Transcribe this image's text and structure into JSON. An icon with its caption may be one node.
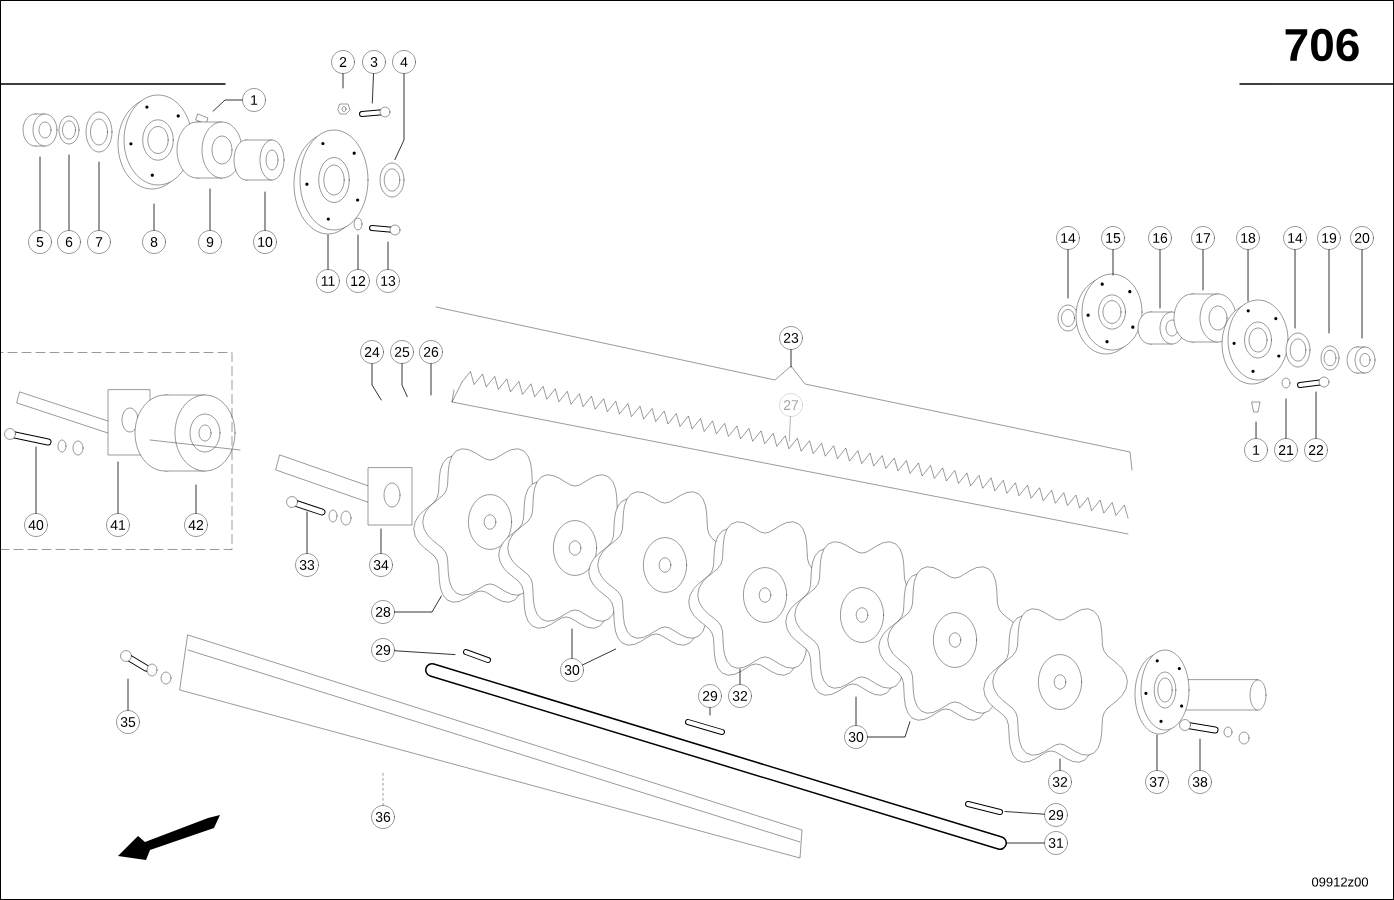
{
  "diagram": {
    "nodes": [
      {
        "text": [
          "1"
        ]
      },
      {
        "text": [
          "2"
        ]
      },
      {
        "text": [
          "3"
        ]
      },
      {
        "text": [
          "4"
        ]
      },
      {
        "text": [
          "5"
        ]
      },
      {
        "text": [
          "6"
        ]
      },
      {
        "text": [
          "7"
        ]
      },
      {
        "text": [
          "8"
        ]
      },
      {
        "text": [
          "9"
        ]
      },
      {
        "text": [
          "10"
        ]
      },
      {
        "text": [
          "11"
        ]
      },
      {
        "text": [
          "12"
        ]
      },
      {
        "text": [
          "13"
        ]
      },
      {
        "text": [
          "14"
        ]
      },
      {
        "text": [
          "15"
        ]
      },
      {
        "text": [
          "16"
        ]
      },
      {
        "text": [
          "17"
        ]
      },
      {
        "text": [
          "18"
        ]
      },
      {
        "text": [
          "14"
        ]
      },
      {
        "text": [
          "19"
        ]
      },
      {
        "text": [
          "20"
        ]
      },
      {
        "text": [
          "1"
        ]
      },
      {
        "text": [
          "21"
        ]
      },
      {
        "text": [
          "22"
        ]
      },
      {
        "text": [
          "24"
        ]
      },
      {
        "text": [
          "25"
        ]
      },
      {
        "text": [
          "26"
        ]
      },
      {
        "text": [
          "23"
        ]
      },
      {
        "text": [
          "27"
        ]
      },
      {
        "text": [],
        "shape": "box"
      },
      {
        "text": [
          "40"
        ],
        "in": 29
      },
      {
        "text": [
          "41"
        ],
        "in": 29
      },
      {
        "text": [
          "42"
        ],
        "in": 29
      },
      {
        "text": [
          "33"
        ]
      },
      {
        "text": [
          "34"
        ]
      },
      {
        "text": [
          "28"
        ]
      },
      {
        "text": [
          "29"
        ]
      },
      {
        "text": [
          "30"
        ]
      },
      {
        "text": [
          "29"
        ]
      },
      {
        "text": [
          "32"
        ]
      },
      {
        "text": [
          "30"
        ]
      },
      {
        "text": [
          "32"
        ]
      },
      {
        "text": [
          "35"
        ]
      },
      {
        "text": [
          "36"
        ]
      },
      {
        "text": [
          "37"
        ]
      },
      {
        "text": [
          "38"
        ]
      },
      {
        "text": [
          "29"
        ]
      },
      {
        "text": [
          "31"
        ]
      }
    ],
    "edges": [
      {
        "from": 0,
        "to": null,
        "arrow": "none"
      },
      {
        "from": 1,
        "to": null,
        "arrow": "none"
      },
      {
        "from": 2,
        "to": null,
        "arrow": "none"
      },
      {
        "from": 3,
        "to": null,
        "arrow": "none"
      },
      {
        "from": 4,
        "to": null,
        "arrow": "none"
      },
      {
        "from": 5,
        "to": null,
        "arrow": "none"
      },
      {
        "from": 6,
        "to": null,
        "arrow": "none"
      },
      {
        "from": 7,
        "to": null,
        "arrow": "none"
      },
      {
        "from": 8,
        "to": null,
        "arrow": "none"
      },
      {
        "from": 9,
        "to": null,
        "arrow": "none"
      },
      {
        "from": 10,
        "to": null,
        "arrow": "none"
      },
      {
        "from": 11,
        "to": null,
        "arrow": "none"
      },
      {
        "from": 12,
        "to": null,
        "arrow": "none"
      },
      {
        "from": 13,
        "to": null,
        "arrow": "none"
      },
      {
        "from": 14,
        "to": null,
        "arrow": "none"
      },
      {
        "from": 15,
        "to": null,
        "arrow": "none"
      },
      {
        "from": 16,
        "to": null,
        "arrow": "none"
      },
      {
        "from": 17,
        "to": null,
        "arrow": "none"
      },
      {
        "from": 18,
        "to": null,
        "arrow": "none"
      },
      {
        "from": 19,
        "to": null,
        "arrow": "none"
      },
      {
        "from": 20,
        "to": null,
        "arrow": "none"
      },
      {
        "from": 21,
        "to": null,
        "arrow": "none"
      },
      {
        "from": 22,
        "to": null,
        "arrow": "none"
      },
      {
        "from": 23,
        "to": null,
        "arrow": "none"
      },
      {
        "from": 24,
        "to": null,
        "arrow": "none"
      },
      {
        "from": 25,
        "to": null,
        "arrow": "none"
      },
      {
        "from": 26,
        "to": null,
        "arrow": "none"
      },
      {
        "from": 27,
        "to": null,
        "arrow": "none"
      },
      {
        "from": 28,
        "to": null,
        "arrow": "none",
        "color": "#a0a0a0"
      },
      {
        "from": 30,
        "to": null,
        "arrow": "none"
      },
      {
        "from": 31,
        "to": null,
        "arrow": "none"
      },
      {
        "from": 32,
        "to": null,
        "arrow": "none"
      },
      {
        "from": 33,
        "to": null,
        "arrow": "none"
      },
      {
        "from": 34,
        "to": null,
        "arrow": "none"
      },
      {
        "from": 35,
        "to": null,
        "arrow": "none"
      },
      {
        "from": 36,
        "to": null,
        "arrow": "none"
      },
      {
        "from": 37,
        "to": null,
        "arrow": "none"
      },
      {
        "from": 37,
        "to": null,
        "arrow": "none"
      },
      {
        "from": 38,
        "to": null,
        "arrow": "none"
      },
      {
        "from": 39,
        "to": null,
        "arrow": "none"
      },
      {
        "from": 40,
        "to": null,
        "arrow": "none"
      },
      {
        "from": 40,
        "to": null,
        "arrow": "none"
      },
      {
        "from": 41,
        "to": null,
        "arrow": "none"
      },
      {
        "from": 42,
        "to": null,
        "arrow": "none"
      },
      {
        "from": 43,
        "to": null,
        "arrow": "none",
        "style": "dashed"
      },
      {
        "from": 44,
        "to": null,
        "arrow": "none"
      },
      {
        "from": 45,
        "to": null,
        "arrow": "none"
      },
      {
        "from": 46,
        "to": null,
        "arrow": "none"
      },
      {
        "from": 47,
        "to": null,
        "arrow": "none"
      }
    ],
    "labels": [
      "706",
      "09912z00"
    ]
  }
}
